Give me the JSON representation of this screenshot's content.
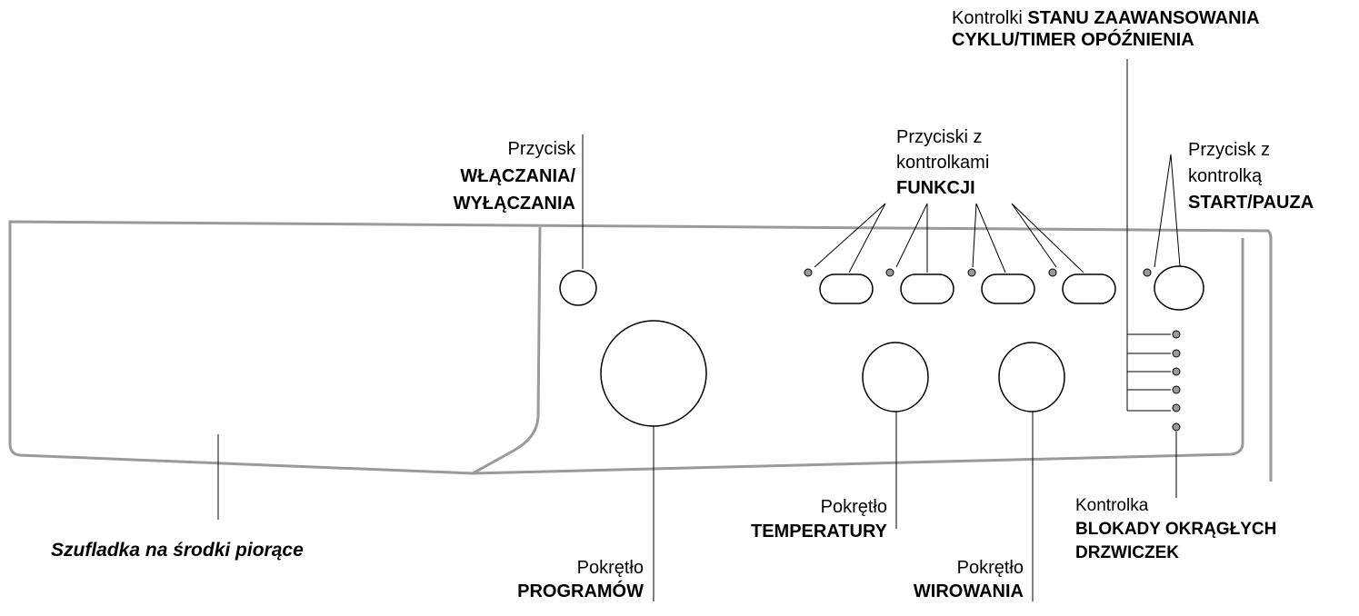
{
  "diagram": {
    "colors": {
      "panel_outline": "#9a9a9a",
      "leader_line": "#000000",
      "indicator_fill": "#9a9a9a",
      "text": "#000000"
    },
    "labels": {
      "progress": {
        "normal": "Kontrolki",
        "bold_line1": "STANU ZAAWANSOWANIA",
        "bold_line2": "CYKLU/TIMER OPÓŹNIENIA"
      },
      "power_button": {
        "line1": "Przycisk",
        "line2": "WŁĄCZANIA/",
        "line3": "WYŁĄCZANIA"
      },
      "function_buttons": {
        "line1": "Przyciski z",
        "line2": "kontrolkami",
        "line3": "FUNKCJI"
      },
      "start_button": {
        "line1": "Przycisk z",
        "line2": "kontrolką",
        "line3": "START/PAUZA"
      },
      "drawer": {
        "text": "Szufladka na środki piorące"
      },
      "program_knob": {
        "line1": "Pokrętło",
        "line2": "PROGRAMÓW"
      },
      "temperature_knob": {
        "line1": "Pokrętło",
        "line2": "TEMPERATURY"
      },
      "spin_knob": {
        "line1": "Pokrętło",
        "line2": "WIROWANIA"
      },
      "door_lock": {
        "line1": "Kontrolka",
        "line2": "BLOKADY OKRĄGŁYCH",
        "line3": "DRZWICZEK"
      }
    }
  }
}
